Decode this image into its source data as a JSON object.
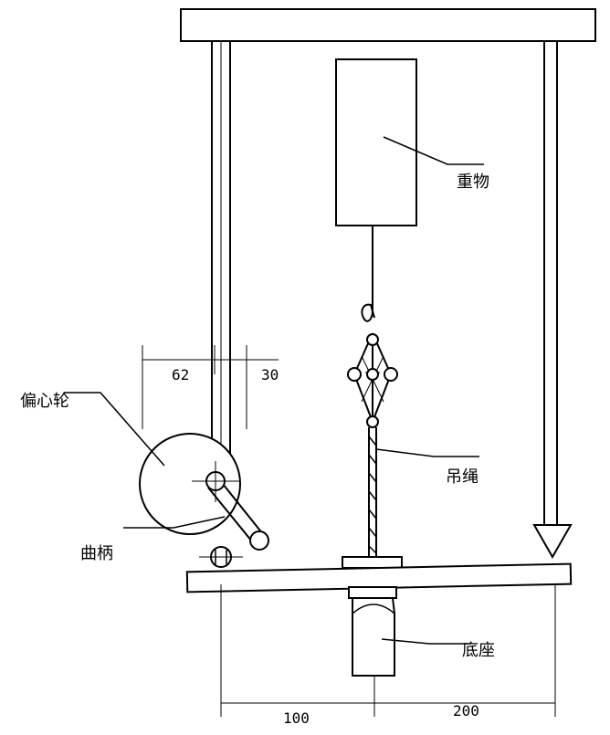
{
  "labels": {
    "weight": "重物",
    "eccentric_wheel": "偏心轮",
    "rope": "吊绳",
    "crank": "曲柄",
    "base": "底座"
  },
  "dimensions": {
    "left_gap": "62",
    "right_gap": "30",
    "bottom_left": "100",
    "bottom_right": "200"
  },
  "colors": {
    "line": "#000000",
    "background": "#ffffff"
  }
}
